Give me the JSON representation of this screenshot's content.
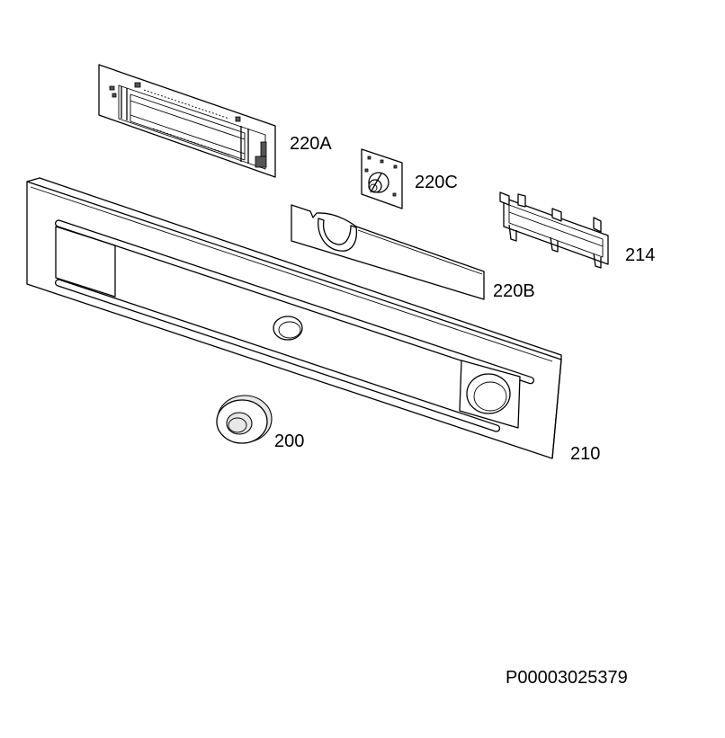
{
  "labels": {
    "part_220a": "220A",
    "part_220c": "220C",
    "part_214": "214",
    "part_220b": "220B",
    "part_200": "200",
    "part_210": "210"
  },
  "document_code": "P00003025379",
  "colors": {
    "line": "#000000",
    "background": "#ffffff"
  }
}
